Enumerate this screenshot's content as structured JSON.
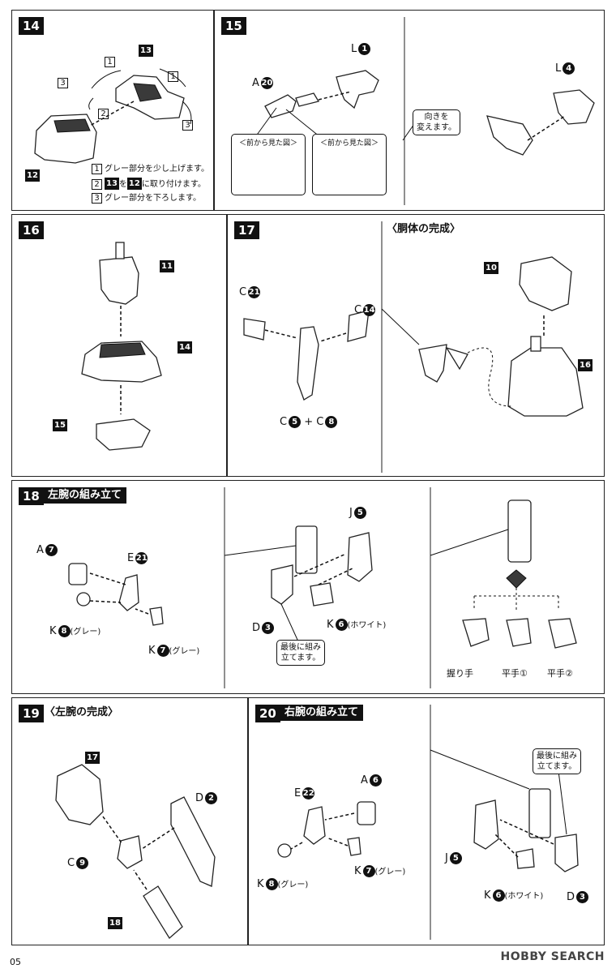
{
  "steps": {
    "s14": {
      "num": "14",
      "labels": {
        "p13": "13",
        "p12": "12"
      },
      "nums": [
        "1",
        "1",
        "2",
        "3",
        "3"
      ],
      "notes": [
        {
          "n": "1",
          "text": "グレー部分を少し上げます。"
        },
        {
          "n": "2",
          "text": "を に取り付けます。",
          "a": "13",
          "b": "12"
        },
        {
          "n": "3",
          "text": "グレー部分を下ろします。"
        }
      ]
    },
    "s15": {
      "num": "15",
      "l1": "L",
      "l1n": "1",
      "a": "A",
      "an": "20",
      "view1": "＜前から見た図＞",
      "view2": "＜前から見た図＞",
      "callout": "向きを\n変えます。",
      "l4": "L",
      "l4n": "4"
    },
    "s16": {
      "num": "16",
      "p11": "11",
      "p14": "14",
      "p15": "15"
    },
    "s17": {
      "num": "17",
      "title": "〈胴体の完成〉",
      "c21": "C",
      "c21n": "21",
      "c14": "C",
      "c14n": "14",
      "c5": "C",
      "c5n": "5",
      "plus": "+",
      "c8": "C",
      "c8n": "8",
      "p10": "10",
      "p16": "16"
    },
    "s18": {
      "num": "18",
      "title": "左腕の組み立て",
      "a7": "A",
      "a7n": "7",
      "e21": "E",
      "e21n": "21",
      "k8": "K",
      "k8n": "8",
      "k8t": "(グレー)",
      "k7": "K",
      "k7n": "7",
      "k7t": "(グレー)",
      "j5": "J",
      "j5n": "5",
      "d3": "D",
      "d3n": "3",
      "k6": "K",
      "k6n": "6",
      "k6t": "(ホワイト)",
      "callout": "最後に組み\n立てます。",
      "hand1": "握り手",
      "hand2": "平手①",
      "hand3": "平手②"
    },
    "s19": {
      "num": "19",
      "title": "〈左腕の完成〉",
      "p17": "17",
      "d2": "D",
      "d2n": "2",
      "c9": "C",
      "c9n": "9",
      "p18": "18"
    },
    "s20": {
      "num": "20",
      "title": "右腕の組み立て",
      "e22": "E",
      "e22n": "22",
      "a6": "A",
      "a6n": "6",
      "k8": "K",
      "k8n": "8",
      "k8t": "(グレー)",
      "k7": "K",
      "k7n": "7",
      "k7t": "(グレー)",
      "callout": "最後に組み\n立てます。",
      "j5": "J",
      "j5n": "5",
      "k6": "K",
      "k6n": "6",
      "k6t": "(ホワイト)",
      "d3": "D",
      "d3n": "3"
    }
  },
  "footer": {
    "page": "05",
    "brand": "HOBBY SEARCH"
  }
}
